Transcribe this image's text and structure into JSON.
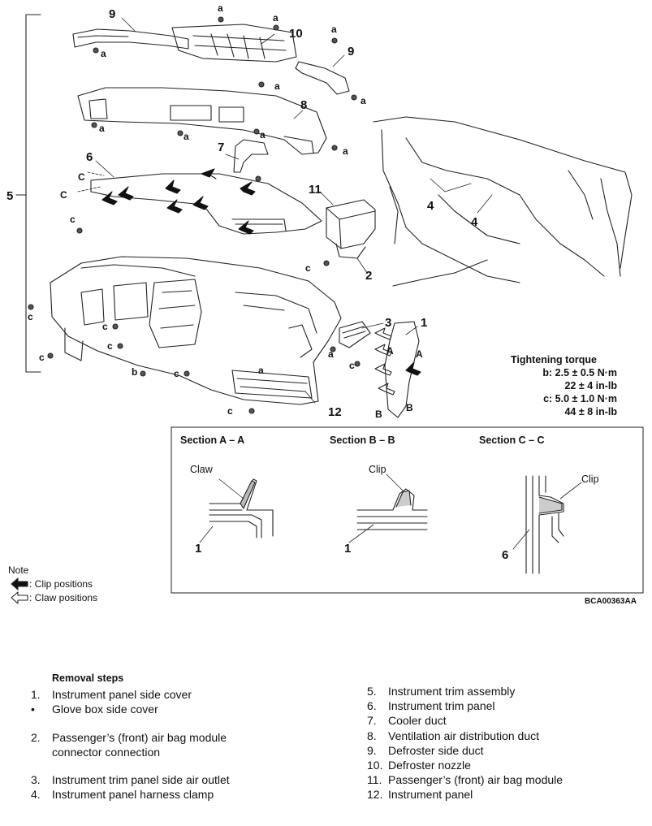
{
  "torque": {
    "title": "Tightening torque",
    "b_nm": "b: 2.5 ± 0.5 N·m",
    "b_inlb": "22 ± 4 in-lb",
    "c_nm": "c: 5.0 ± 1.0 N·m",
    "c_inlb": "44 ± 8 in-lb"
  },
  "callouts": {
    "n1": "1",
    "n2": "2",
    "n3": "3",
    "n4": "4",
    "n5": "5",
    "n6": "6",
    "n7": "7",
    "n8": "8",
    "n9": "9",
    "n10": "10",
    "n11": "11",
    "n12": "12",
    "a": "a",
    "b": "b",
    "c": "c",
    "A": "A",
    "B": "B",
    "C": "C"
  },
  "sections": {
    "aa": {
      "title": "Section A – A",
      "part_label": "Claw",
      "number": "1"
    },
    "bb": {
      "title": "Section B – B",
      "part_label": "Clip",
      "number": "1"
    },
    "cc": {
      "title": "Section C – C",
      "part_label": "Clip",
      "number": "6"
    }
  },
  "note": {
    "title": "Note",
    "clip": ": Clip positions",
    "claw": ": Claw positions"
  },
  "figure_id": "BCA00363AA",
  "removal": {
    "heading": "Removal steps",
    "left": [
      {
        "num": "1.",
        "text": "Instrument panel side cover"
      },
      {
        "num": "•",
        "text": "Glove box side cover"
      },
      {
        "num": "2.",
        "text": "Passenger’s (front) air bag module connector connection"
      },
      {
        "num": "3.",
        "text": "Instrument trim panel side air outlet"
      },
      {
        "num": "4.",
        "text": "Instrument panel harness clamp"
      }
    ],
    "right": [
      {
        "num": "5.",
        "text": "Instrument trim assembly"
      },
      {
        "num": "6.",
        "text": "Instrument trim panel"
      },
      {
        "num": "7.",
        "text": "Cooler duct"
      },
      {
        "num": "8.",
        "text": "Ventilation air distribution duct"
      },
      {
        "num": "9.",
        "text": "Defroster side duct"
      },
      {
        "num": "10.",
        "text": "Defroster nozzle"
      },
      {
        "num": "11.",
        "text": "Passenger’s (front) air bag module"
      },
      {
        "num": "12.",
        "text": "Instrument panel"
      }
    ]
  }
}
